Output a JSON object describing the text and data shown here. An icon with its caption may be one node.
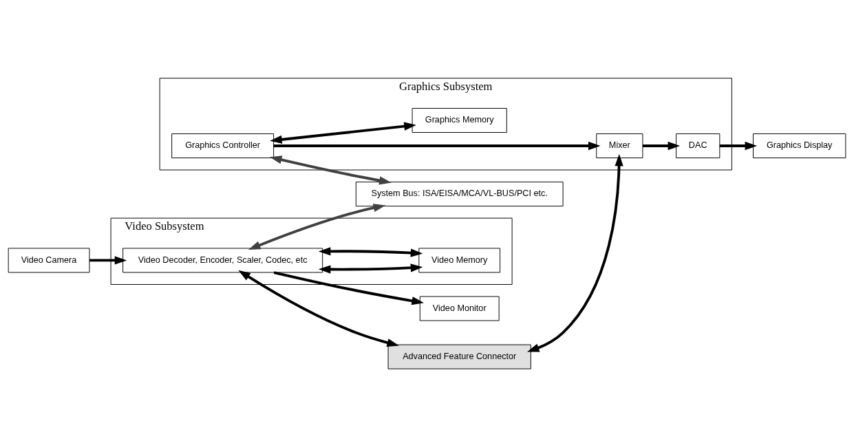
{
  "diagram": {
    "nodes": [
      {
        "text": [
          "Video Subsystem"
        ]
      },
      {
        "text": [
          "Video Decoder, Encoder, Scaler, Codec, etc"
        ],
        "in": 0
      },
      {
        "text": [
          "Video Memory"
        ],
        "in": 0
      },
      {
        "text": [
          "Video Camera"
        ]
      },
      {
        "text": [
          "Video Monitor"
        ]
      },
      {
        "text": [
          "Advanced Feature Connector"
        ]
      },
      {
        "text": [
          "Graphics Subsystem"
        ]
      },
      {
        "text": [
          "Mixer"
        ],
        "in": 6
      },
      {
        "text": [
          "DAC"
        ],
        "in": 6
      },
      {
        "text": [
          "Graphics Controller"
        ],
        "in": 6
      },
      {
        "text": [
          "Graphics Memory"
        ],
        "in": 6
      },
      {
        "text": [
          "Graphics Display"
        ]
      },
      {
        "text": [
          "System Bus: ISA/EISA/MCA/VL-BUS/PCI etc."
        ]
      }
    ],
    "edges": [
      {
        "from": 3,
        "to": 1,
        "arrow": "to"
      },
      {
        "from": 1,
        "to": 4,
        "arrow": "to"
      },
      {
        "from": 1,
        "to": 5,
        "arrow": "both"
      },
      {
        "from": 5,
        "to": 7,
        "arrow": "both"
      },
      {
        "from": 7,
        "to": 8,
        "arrow": "to"
      },
      {
        "from": 8,
        "to": 11,
        "arrow": "to"
      },
      {
        "from": 9,
        "to": 7,
        "arrow": "to"
      },
      {
        "from": 1,
        "to": 2,
        "arrow": "both"
      },
      {
        "from": 1,
        "to": 2,
        "arrow": "both"
      },
      {
        "from": 9,
        "to": 10,
        "arrow": "both"
      },
      {
        "from": 1,
        "to": 12,
        "arrow": "both",
        "color": "#404040"
      },
      {
        "from": 9,
        "to": 12,
        "arrow": "both",
        "color": "#404040"
      }
    ]
  }
}
